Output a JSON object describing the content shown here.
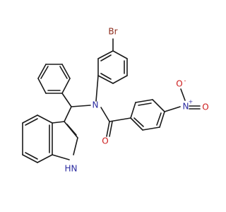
{
  "atoms": {
    "br": "Br",
    "n_center": "N",
    "o_carbonyl": "O",
    "n_nitro": "N",
    "nitro_plus": "+",
    "o_nitro_top": "O",
    "o_nitro_top_minus": "-",
    "o_nitro_right": "O",
    "nh": "H",
    "nh_n": "N"
  },
  "colors": {
    "bond": "#1a1a1a",
    "br": "#8b2a1a",
    "n": "#2a2aa0",
    "o": "#cc1a1a"
  }
}
